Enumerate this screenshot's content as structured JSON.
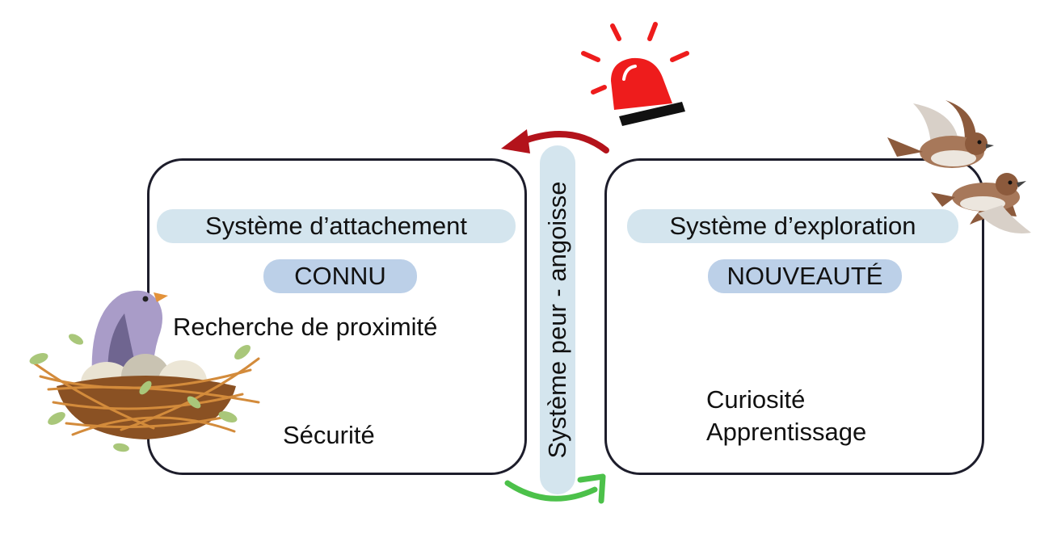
{
  "left_panel": {
    "title": "Système d’attachement",
    "badge": "CONNU",
    "lines": [
      "Recherche de proximité",
      "Sécurité"
    ]
  },
  "right_panel": {
    "title": "Système d’exploration",
    "badge": "NOUVEAUTÉ",
    "lines": [
      "Curiosité",
      "Apprentissage"
    ]
  },
  "center": {
    "label": "Système peur - angoisse"
  },
  "icons": {
    "alarm": "alarm-siren-icon",
    "nest": "bird-nest-icon",
    "birds": "flying-sparrows-icon",
    "arrow_top": "red-curved-arrow-icon",
    "arrow_bottom": "green-curved-arrow-icon"
  },
  "colors": {
    "arrow_top": "#b3131b",
    "arrow_bottom": "#4cc14a",
    "siren": "#ee1c1c",
    "pill": "#d4e5ee",
    "badge": "#bcd0e8"
  }
}
